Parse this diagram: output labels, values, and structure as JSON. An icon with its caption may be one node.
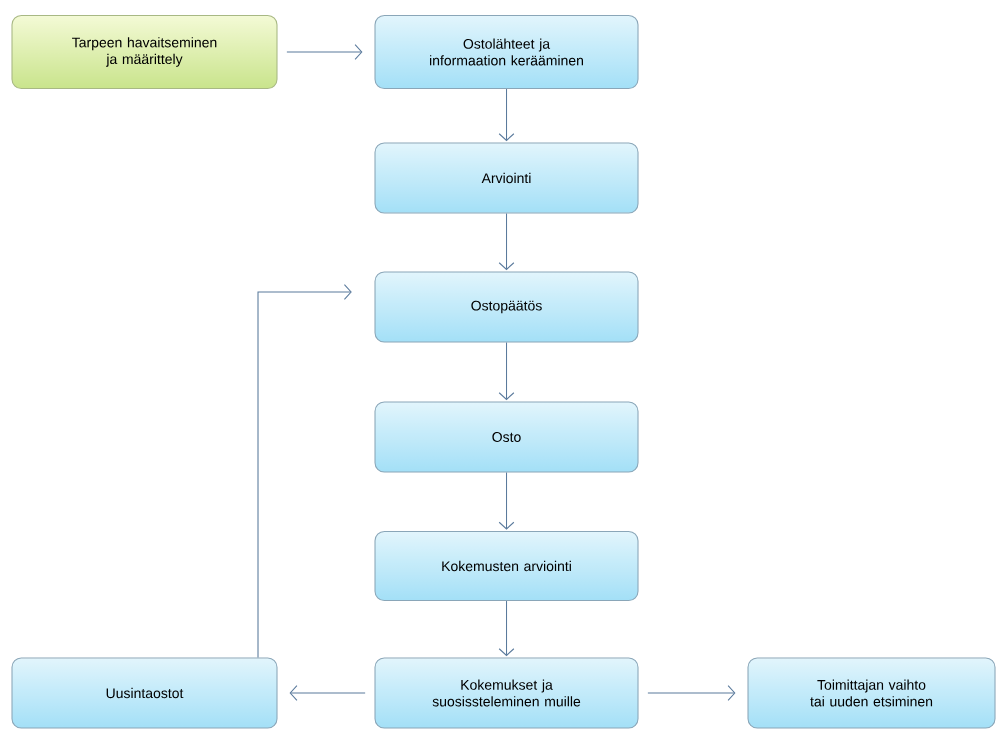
{
  "diagram": {
    "nodes": [
      {
        "text": [
          "Tarpeen havaitseminen ja määrittely"
        ]
      },
      {
        "text": [
          "Ostolähteet ja informaation kerääminen"
        ]
      },
      {
        "text": [
          "Arviointi"
        ]
      },
      {
        "text": [
          "Ostopäätös"
        ]
      },
      {
        "text": [
          "Osto"
        ]
      },
      {
        "text": [
          "Kokemusten arviointi"
        ]
      },
      {
        "text": [
          "Kokemukset ja suosissteleminen muille"
        ]
      },
      {
        "text": [
          "Uusintaostot"
        ]
      },
      {
        "text": [
          "Toimittajan vaihto tai uuden etsiminen"
        ]
      }
    ],
    "edges": [
      {
        "from": 0,
        "to": 1,
        "arrow": "to"
      },
      {
        "from": 1,
        "to": 2,
        "arrow": "to"
      },
      {
        "from": 2,
        "to": 3,
        "arrow": "to"
      },
      {
        "from": 3,
        "to": 4,
        "arrow": "to"
      },
      {
        "from": 4,
        "to": 5,
        "arrow": "to"
      },
      {
        "from": 5,
        "to": 6,
        "arrow": "to"
      },
      {
        "from": 6,
        "to": 7,
        "arrow": "to"
      },
      {
        "from": 6,
        "to": 8,
        "arrow": "to"
      },
      {
        "from": 7,
        "to": 3,
        "arrow": "to"
      }
    ]
  }
}
